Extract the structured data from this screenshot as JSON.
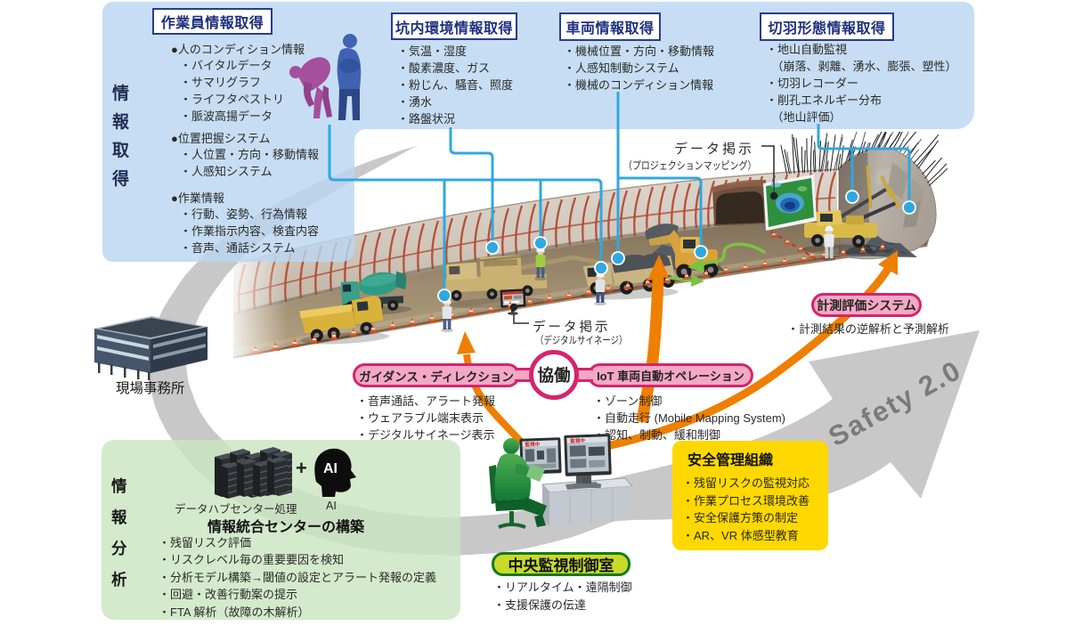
{
  "info_acquisition": {
    "side_label": "情報取得",
    "worker": {
      "title": "作業員情報取得",
      "sections": [
        {
          "heading": "●人のコンディション情報",
          "items": [
            "・バイタルデータ",
            "・サマリグラフ",
            "・ライフタペストリ",
            "・脈波高揚データ"
          ]
        },
        {
          "heading": "●位置把握システム",
          "items": [
            "・人位置・方向・移動情報",
            "・人感知システム"
          ]
        },
        {
          "heading": "●作業情報",
          "items": [
            "・行動、姿勢、行為情報",
            "・作業指示内容、検査内容",
            "・音声、通話システム"
          ]
        }
      ]
    },
    "environment": {
      "title": "坑内環境情報取得",
      "items": [
        "・気温・湿度",
        "・酸素濃度、ガス",
        "・粉じん、騒音、照度",
        "・湧水",
        "・路盤状況"
      ]
    },
    "vehicle": {
      "title": "車両情報取得",
      "items": [
        "・機械位置・方向・移動情報",
        "・人感知制動システム",
        "・機械のコンディション情報"
      ]
    },
    "face": {
      "title": "切羽形態情報取得",
      "items": [
        "・地山自動監視",
        "　（崩落、剥離、湧水、膨張、塑性）",
        "・切羽レコーダー",
        "・削孔エネルギー分布",
        "　（地山評価）"
      ]
    }
  },
  "tunnel_labels": {
    "projection": {
      "line1": "データ掲示",
      "line2": "（プロジェクションマッピング）"
    },
    "signage": {
      "line1": "データ掲示",
      "line2": "（デジタルサイネージ）"
    }
  },
  "site_office_label": "現場事務所",
  "collaboration_badge": "協働",
  "guidance": {
    "title": "ガイダンス・ディレクション",
    "items": [
      "・音声通話、アラート発報",
      "・ウェアラブル端末表示",
      "・デジタルサイネージ表示"
    ]
  },
  "iot_operation": {
    "title": "IoT 車両自動オペレーション",
    "items": [
      "・ゾーン制御",
      "・自動走行 (Mobile Mapping System)",
      "・認知、制動、緩和制御"
    ]
  },
  "measurement": {
    "title": "計測評価システム",
    "items": [
      "・計測結果の逆解析と予測解析"
    ]
  },
  "safety_org": {
    "title": "安全管理組織",
    "items": [
      "・残留リスクの監視対応",
      "・作業プロセス環境改善",
      "・安全保護方策の制定",
      "・AR、VR 体感型教育"
    ]
  },
  "control_room": {
    "title": "中央監視制御室",
    "items": [
      "・リアルタイム・遠隔制御",
      "・支援保護の伝達"
    ]
  },
  "info_analysis": {
    "side_label": "情報分析",
    "hub_label": "データハブセンター処理",
    "plus_sign": "+",
    "ai_head_text": "AI",
    "ai_label": "AI",
    "title": "情報統合センターの構築",
    "items": [
      "・残留リスク評価",
      "・リスクレベル毎の重要要因を検知",
      "・分析モデル構築→閾値の設定とアラート発報の定義",
      "・回避・改善行動案の提示",
      "・FTA 解析（故障の木解析）"
    ]
  },
  "safety_arrow_label": "Safety 2.0",
  "monitor_status": "監視中",
  "colors": {
    "panel_blue": "#cadef2",
    "panel_green": "#d5ecca",
    "pink_fill": "#f4a8c5",
    "pink_border": "#d5246e",
    "yellow_box": "#ffd800",
    "control_fill": "#c8db2b",
    "control_border": "#157a1e",
    "connector_blue": "#2fa8e1",
    "arrow_orange": "#ee7f01",
    "band_gray": "#c8c8c8",
    "safety_text_gray": "#7a7a7a",
    "header_navy": "#1e2f7d",
    "green_arrow": "#7dc242"
  }
}
